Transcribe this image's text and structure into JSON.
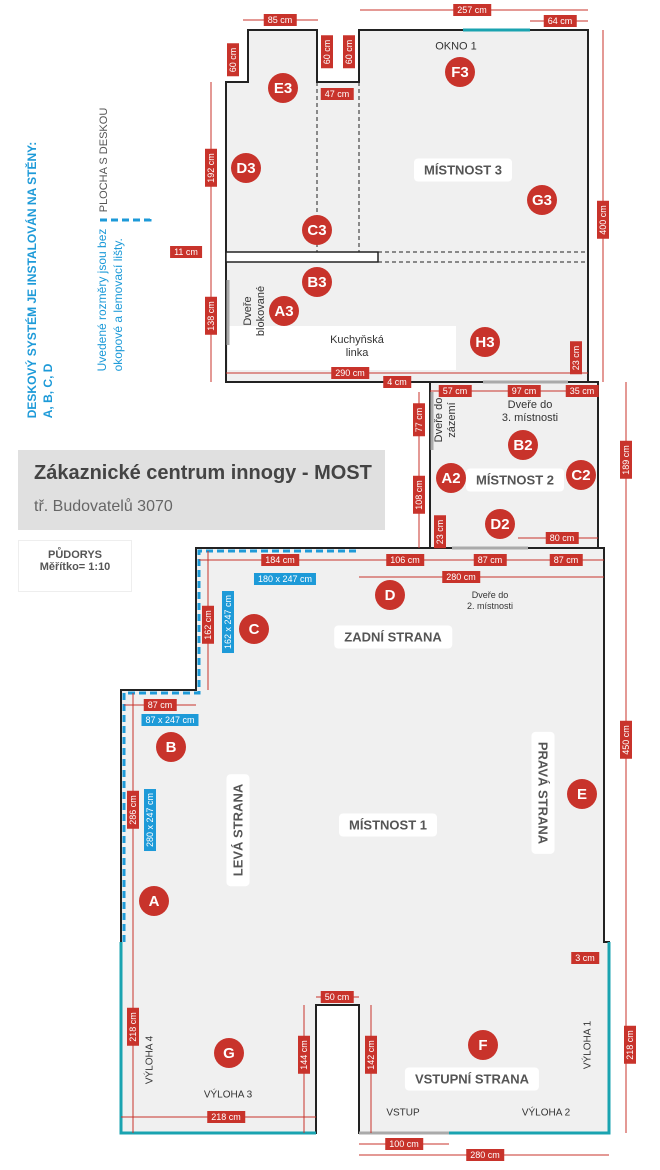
{
  "title": "Zákaznické centrum innogy - MOST",
  "subtitle": "tř. Budovatelů 3070",
  "scale": {
    "label": "PŮDORYS",
    "value": "Měřítko= 1:10"
  },
  "notes": {
    "system": "DESKOVÝ SYSTÉM JE INSTALOVÁN NA STĚNY:",
    "walls": "A, B, C, D",
    "dims1": "Uvedené rozměry jsou bez",
    "dims2": "okopové a lemovací lišty.",
    "legend": "PLOCHA S DESKOU"
  },
  "colors": {
    "dimension": "#c8332b",
    "panel": "#1d9ad8",
    "window": "#1aa3b0"
  },
  "dims": [
    "85 cm",
    "60 cm",
    "60 cm",
    "60 cm",
    "47 cm",
    "257 cm",
    "64 cm",
    "192 cm",
    "11 cm",
    "138 cm",
    "290 cm",
    "4 cm",
    "23 cm",
    "400 cm",
    "57 cm",
    "97 cm",
    "35 cm",
    "77 cm",
    "108 cm",
    "23 cm",
    "80 cm",
    "189 cm",
    "184 cm",
    "106 cm",
    "87 cm",
    "87 cm",
    "280 cm",
    "162 cm",
    "87 cm",
    "286 cm",
    "450 cm",
    "3 cm",
    "50 cm",
    "218 cm",
    "144 cm",
    "142 cm",
    "218 cm",
    "218 cm",
    "100 cm",
    "280 cm"
  ],
  "panels": [
    "180 x 247 cm",
    "162 x 247 cm",
    "87 x 247 cm",
    "280 x 247 cm"
  ],
  "markers": [
    "F3",
    "E3",
    "D3",
    "C3",
    "B3",
    "A3",
    "G3",
    "H3",
    "B2",
    "A2",
    "C2",
    "D2",
    "D",
    "C",
    "B",
    "E",
    "A",
    "G",
    "F"
  ],
  "rooms": [
    "MÍSTNOST 3",
    "MÍSTNOST 2",
    "ZADNÍ STRANA",
    "MÍSTNOST 1",
    "LEVÁ STRANA",
    "PRAVÁ STRANA",
    "VSTUPNÍ STRANA"
  ],
  "labels": {
    "okno": "OKNO 1",
    "blok1": "Dveře",
    "blok2": "blokované",
    "kuch1": "Kuchyňská",
    "kuch2": "linka",
    "zaz1": "Dveře do",
    "zaz2": "zázemí",
    "m3a": "Dveře do",
    "m3b": "3. místnosti",
    "m2a": "Dveře do",
    "m2b": "2. místnosti",
    "v4": "VÝLOHA 4",
    "v3": "VÝLOHA 3",
    "v1": "VÝLOHA 1",
    "v2": "VÝLOHA 2",
    "vstup": "VSTUP"
  }
}
